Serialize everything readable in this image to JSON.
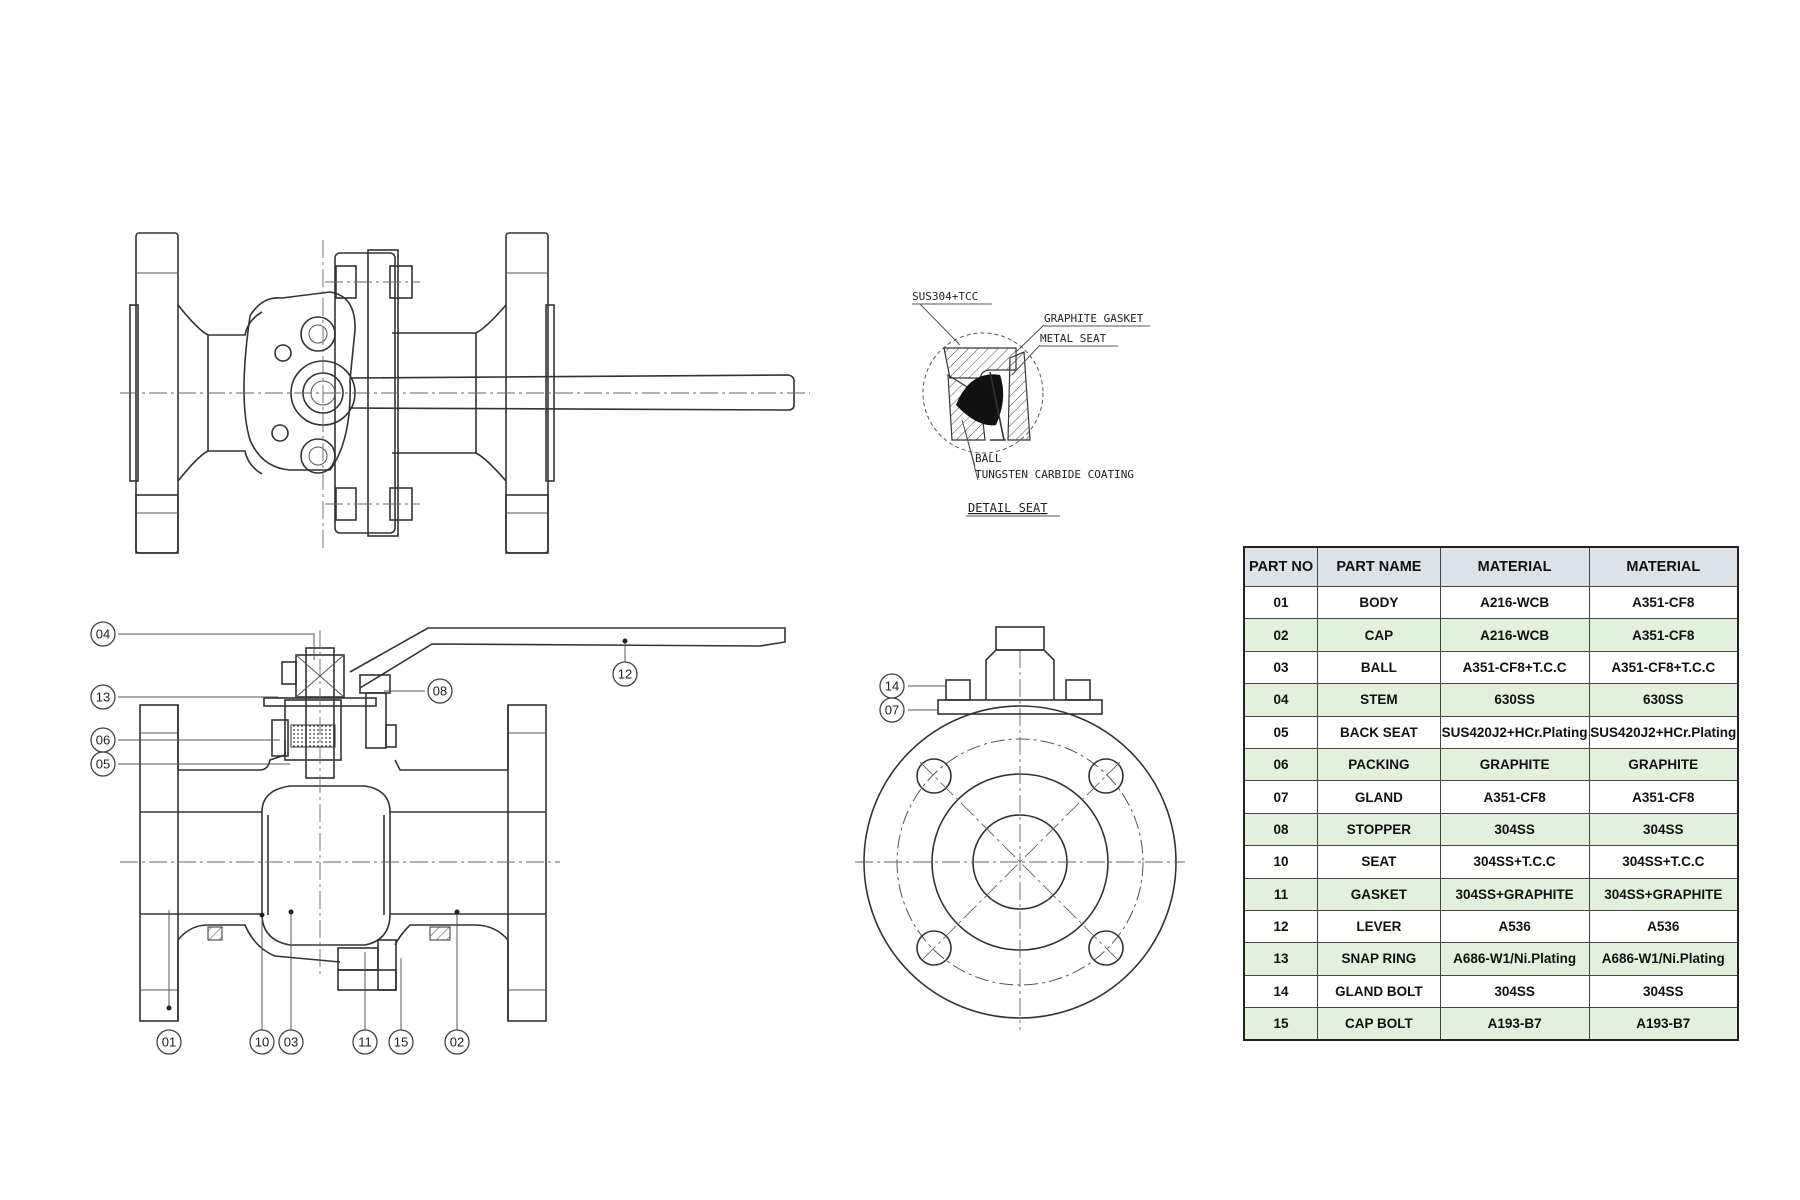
{
  "detail": {
    "title": "DETAIL SEAT",
    "labels": [
      "SUS304+TCC",
      "GRAPHITE GASKET",
      "METAL SEAT",
      "BALL",
      "TUNGSTEN CARBIDE COATING"
    ]
  },
  "callouts": [
    "04",
    "13",
    "06",
    "05",
    "12",
    "08",
    "01",
    "10",
    "03",
    "11",
    "15",
    "02",
    "14",
    "07"
  ],
  "table": {
    "headers": [
      "PART NO",
      "PART NAME",
      "MATERIAL",
      "MATERIAL"
    ],
    "rows": [
      [
        "01",
        "BODY",
        "A216-WCB",
        "A351-CF8"
      ],
      [
        "02",
        "CAP",
        "A216-WCB",
        "A351-CF8"
      ],
      [
        "03",
        "BALL",
        "A351-CF8+T.C.C",
        "A351-CF8+T.C.C"
      ],
      [
        "04",
        "STEM",
        "630SS",
        "630SS"
      ],
      [
        "05",
        "BACK SEAT",
        "SUS420J2+HCr.Plating",
        "SUS420J2+HCr.Plating"
      ],
      [
        "06",
        "PACKING",
        "GRAPHITE",
        "GRAPHITE"
      ],
      [
        "07",
        "GLAND",
        "A351-CF8",
        "A351-CF8"
      ],
      [
        "08",
        "STOPPER",
        "304SS",
        "304SS"
      ],
      [
        "10",
        "SEAT",
        "304SS+T.C.C",
        "304SS+T.C.C"
      ],
      [
        "11",
        "GASKET",
        "304SS+GRAPHITE",
        "304SS+GRAPHITE"
      ],
      [
        "12",
        "LEVER",
        "A536",
        "A536"
      ],
      [
        "13",
        "SNAP RING",
        "A686-W1/Ni.Plating",
        "A686-W1/Ni.Plating"
      ],
      [
        "14",
        "GLAND BOLT",
        "304SS",
        "304SS"
      ],
      [
        "15",
        "CAP BOLT",
        "A193-B7",
        "A193-B7"
      ]
    ]
  }
}
